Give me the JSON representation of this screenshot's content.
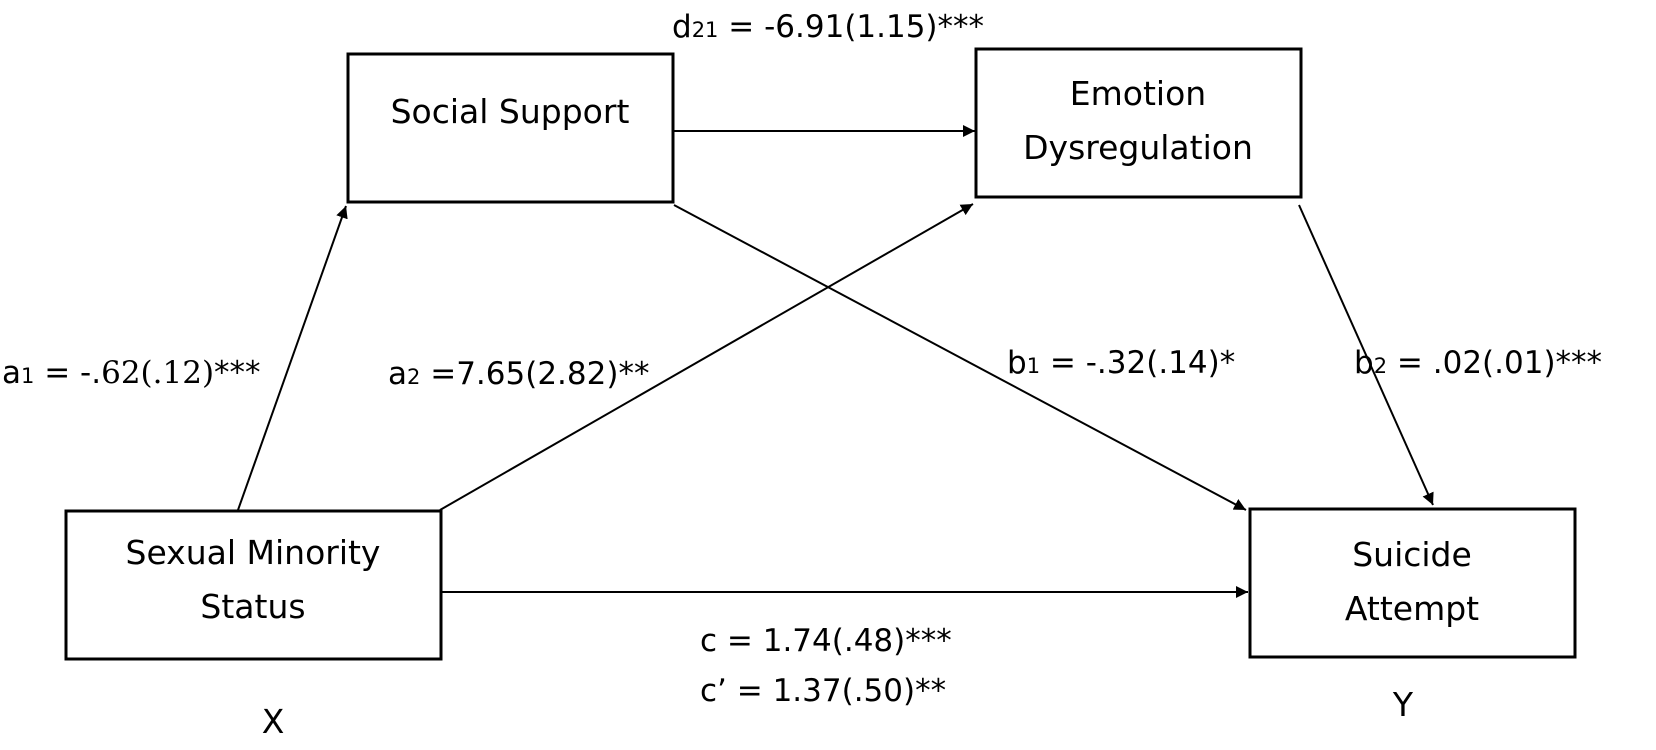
{
  "colors": {
    "stroke": "#000000",
    "background": "#ffffff"
  },
  "nodes": {
    "social_support": {
      "label": "Social Support"
    },
    "emotion_dysregulation": {
      "line1": "Emotion",
      "line2": "Dysregulation"
    },
    "sexual_minority_status": {
      "line1": "Sexual Minority",
      "line2": "Status"
    },
    "suicide_attempt": {
      "line1": "Suicide",
      "line2": "Attempt"
    }
  },
  "variables": {
    "x_label": "X",
    "y_label": "Y"
  },
  "paths": {
    "a1": {
      "name": "a",
      "subscript": "1",
      "equals": " = -.",
      "value": "62(.12)",
      "sig": "***"
    },
    "a2": {
      "name": "a",
      "subscript": "2",
      "rest": " =7.65(2.82)**"
    },
    "d21": {
      "name": "d",
      "subscript": "21",
      "rest": " = -6.91(1.15)***"
    },
    "b1": {
      "name": "b",
      "subscript": "1",
      "rest": " = -.32(.14)*"
    },
    "b2": {
      "name": "b",
      "subscript": "2",
      "rest": " = .02(.01)***"
    },
    "c": {
      "text": "c = 1.74(.48)***"
    },
    "c_prime": {
      "text": "c’ = 1.37(.50)**"
    }
  }
}
